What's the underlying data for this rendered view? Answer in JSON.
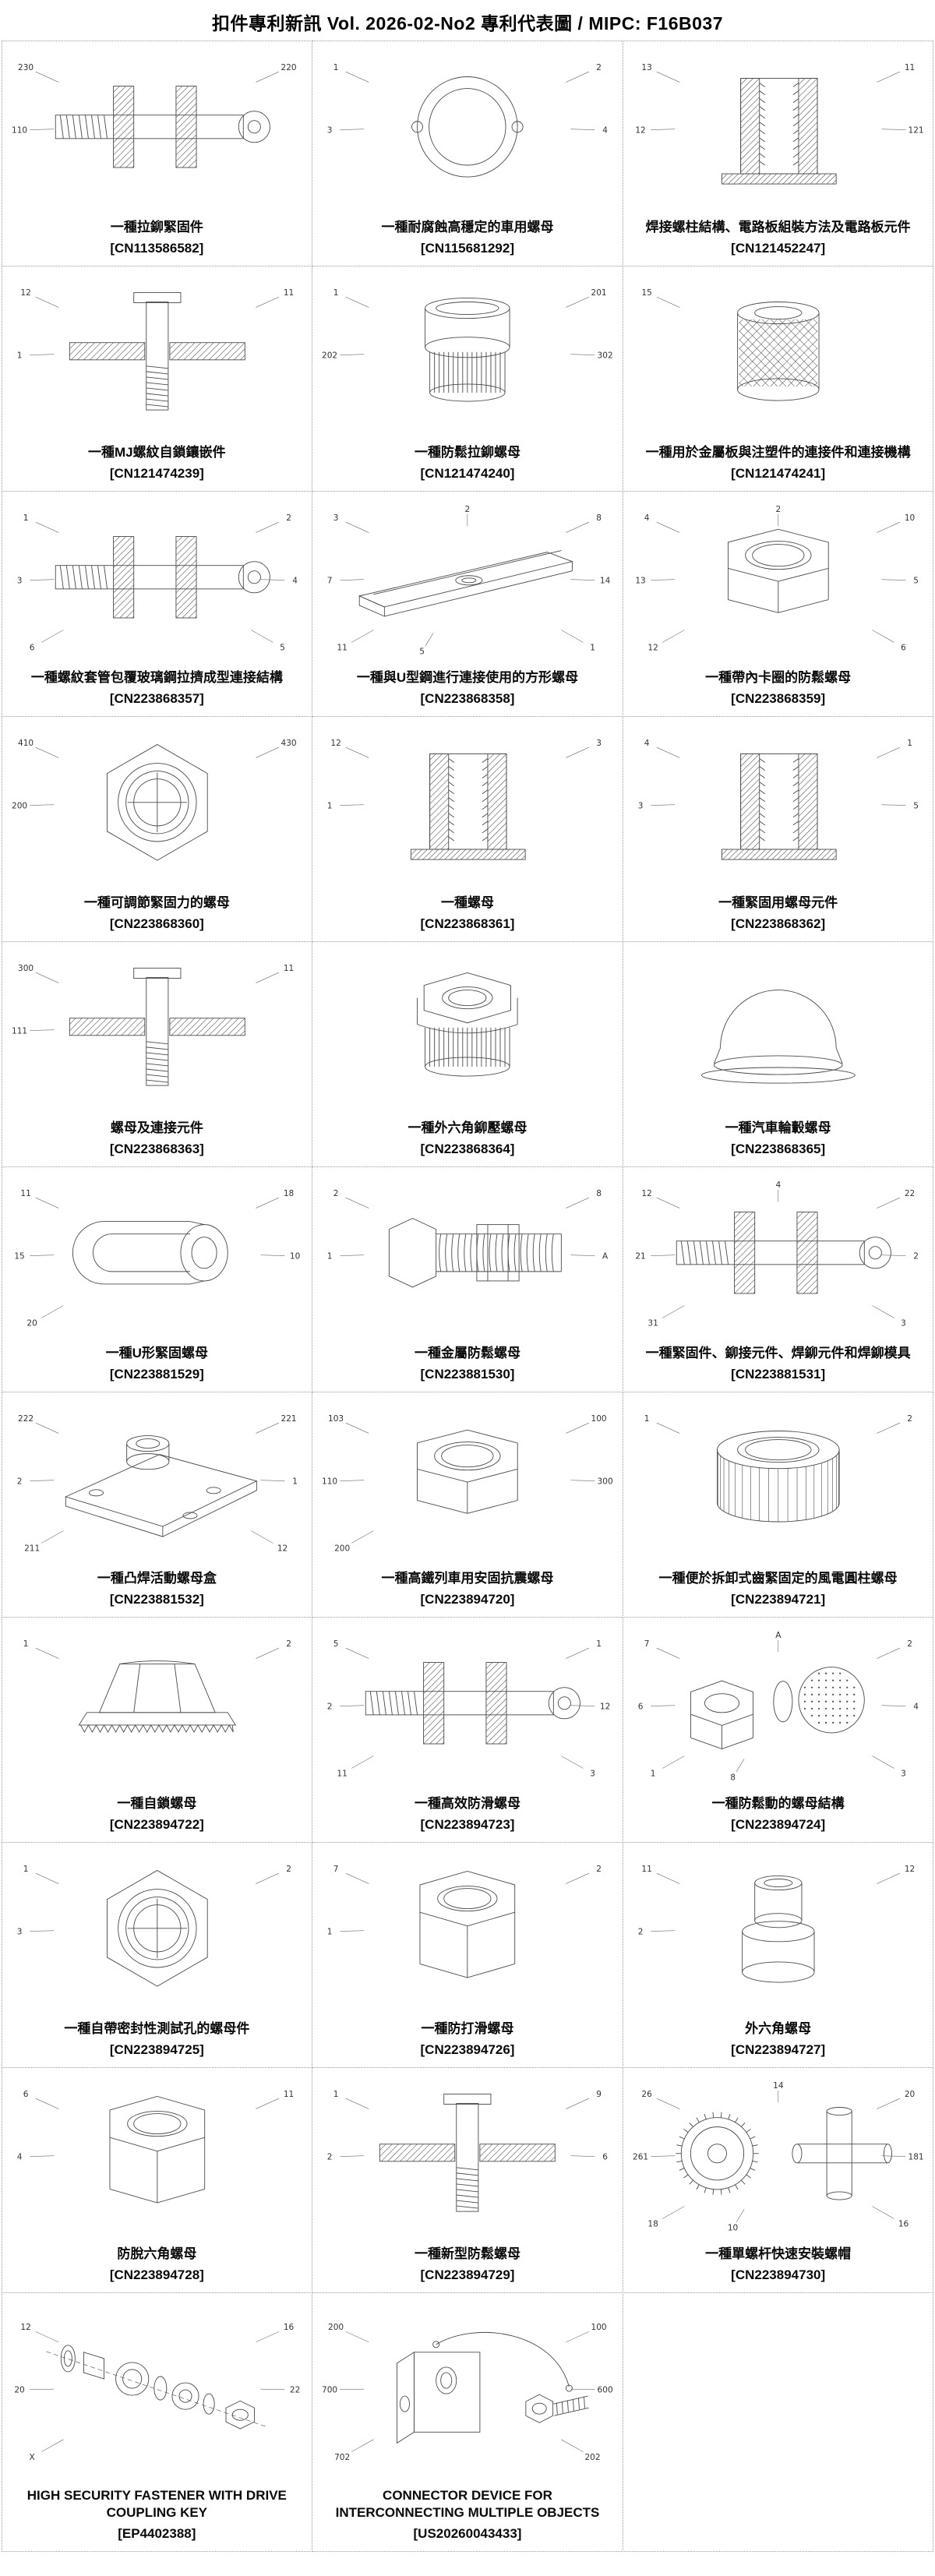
{
  "header": {
    "title": "扣件專利新訊  Vol. 2026-02-No2  專利代表圖  /  MIPC:  F16B037"
  },
  "colors": {
    "ink": "#000000",
    "line": "#4a4a4a",
    "grid_border": "#9a9a9a",
    "background": "#ffffff"
  },
  "cells": [
    {
      "title": "一種拉鉚緊固件",
      "patent": "[CN113586582]",
      "figure": "rivet-section-drawing",
      "fig_type": "section-h",
      "ref_labels": [
        "230",
        "220",
        "110"
      ]
    },
    {
      "title": "一種耐腐蝕高穩定的車用螺母",
      "patent": "[CN115681292]",
      "figure": "ring-top-view-drawing",
      "fig_type": "ring",
      "ref_labels": [
        "1",
        "2",
        "3",
        "4"
      ]
    },
    {
      "title": "焊接螺柱結構、電路板組裝方法及電路板元件",
      "patent": "[CN121452247]",
      "figure": "stud-section-drawing",
      "fig_type": "section-v",
      "ref_labels": [
        "13",
        "11",
        "12",
        "121"
      ]
    },
    {
      "title": "一種MJ螺紋自鎖鑲嵌件",
      "patent": "[CN121474239]",
      "figure": "insert-section-drawing",
      "fig_type": "section-cross",
      "ref_labels": [
        "12",
        "11",
        "1"
      ]
    },
    {
      "title": "一種防鬆拉鉚螺母",
      "patent": "[CN121474240]",
      "figure": "knurled-rivet-nut-drawing",
      "fig_type": "cylinder-knurl",
      "ref_labels": [
        "1",
        "201",
        "202",
        "302"
      ]
    },
    {
      "title": "一種用於金屬板與注塑件的連接件和連接機構",
      "patent": "[CN121474241]",
      "figure": "knurled-barrel-drawing",
      "fig_type": "knurl-barrel",
      "ref_labels": [
        "15"
      ]
    },
    {
      "title": "一種螺紋套管包覆玻璃鋼拉擠成型連接結構",
      "patent": "[CN223868357]",
      "figure": "sleeve-section-drawing",
      "fig_type": "section-h",
      "ref_labels": [
        "1",
        "2",
        "3",
        "4",
        "6",
        "5"
      ]
    },
    {
      "title": "一種與U型鋼進行連接使用的方形螺母",
      "patent": "[CN223868358]",
      "figure": "channel-strip-drawing",
      "fig_type": "strip",
      "ref_labels": [
        "3",
        "8",
        "7",
        "14",
        "11",
        "1",
        "2",
        "5"
      ]
    },
    {
      "title": "一種帶內卡圈的防鬆螺母",
      "patent": "[CN223868359]",
      "figure": "hex-nut-iso-drawing",
      "fig_type": "hex-iso",
      "ref_labels": [
        "4",
        "10",
        "13",
        "5",
        "12",
        "6",
        "2"
      ]
    },
    {
      "title": "一種可調節緊固力的螺母",
      "patent": "[CN223868360]",
      "figure": "hex-nut-top-view-drawing",
      "fig_type": "hex-top",
      "ref_labels": [
        "410",
        "430",
        "200"
      ]
    },
    {
      "title": "一種螺母",
      "patent": "[CN223868361]",
      "figure": "nut-section-drawing",
      "fig_type": "section-v",
      "ref_labels": [
        "12",
        "3",
        "1"
      ]
    },
    {
      "title": "一種緊固用螺母元件",
      "patent": "[CN223868362]",
      "figure": "nut-element-section-drawing",
      "fig_type": "section-v",
      "ref_labels": [
        "4",
        "1",
        "3",
        "5"
      ]
    },
    {
      "title": "螺母及連接元件",
      "patent": "[CN223868363]",
      "figure": "bolt-through-plates-drawing",
      "fig_type": "section-cross",
      "ref_labels": [
        "300",
        "11",
        "111"
      ]
    },
    {
      "title": "一種外六角鉚壓螺母",
      "patent": "[CN223868364]",
      "figure": "hex-knurl-nut-drawing",
      "fig_type": "flange-knurl",
      "ref_labels": []
    },
    {
      "title": "一種汽車輪轂螺母",
      "patent": "[CN223868365]",
      "figure": "dome-cap-nut-drawing",
      "fig_type": "dome",
      "ref_labels": []
    },
    {
      "title": "一種U形緊固螺母",
      "patent": "[CN223881529]",
      "figure": "u-clip-nut-drawing",
      "fig_type": "clip",
      "ref_labels": [
        "11",
        "18",
        "15",
        "10",
        "20"
      ]
    },
    {
      "title": "一種金屬防鬆螺母",
      "patent": "[CN223881530]",
      "figure": "threaded-bolt-nut-drawing",
      "fig_type": "bolt",
      "ref_labels": [
        "2",
        "8",
        "1",
        "A"
      ]
    },
    {
      "title": "一種緊固件、鉚接元件、焊鉚元件和焊鉚模具",
      "patent": "[CN223881531]",
      "figure": "rivet-weld-section-drawing",
      "fig_type": "section-h",
      "ref_labels": [
        "12",
        "22",
        "21",
        "2",
        "31",
        "3",
        "4"
      ]
    },
    {
      "title": "一種凸焊活動螺母盒",
      "patent": "[CN223881532]",
      "figure": "nut-box-iso-drawing",
      "fig_type": "plate-iso",
      "ref_labels": [
        "222",
        "221",
        "2",
        "1",
        "211",
        "12"
      ]
    },
    {
      "title": "一種高鐵列車用安固抗震螺母",
      "patent": "[CN223894720]",
      "figure": "hex-nut-iso-drawing",
      "fig_type": "hex-iso",
      "ref_labels": [
        "103",
        "100",
        "110",
        "300",
        "200"
      ]
    },
    {
      "title": "一種便於拆卸式齒緊固定的風電圓柱螺母",
      "patent": "[CN223894721]",
      "figure": "knurled-ring-nut-drawing",
      "fig_type": "ring-knurl",
      "ref_labels": [
        "1",
        "2"
      ]
    },
    {
      "title": "一種自鎖螺母",
      "patent": "[CN223894722]",
      "figure": "flange-nut-front-drawing",
      "fig_type": "flange-nut",
      "ref_labels": [
        "1",
        "2"
      ]
    },
    {
      "title": "一種高效防滑螺母",
      "patent": "[CN223894723]",
      "figure": "anti-slip-section-drawing",
      "fig_type": "section-h",
      "ref_labels": [
        "5",
        "1",
        "2",
        "12",
        "11",
        "3"
      ]
    },
    {
      "title": "一種防鬆動的螺母結構",
      "patent": "[CN223894724]",
      "figure": "coupling-nut-drawing",
      "fig_type": "coupling",
      "ref_labels": [
        "7",
        "2",
        "6",
        "4",
        "1",
        "3",
        "A",
        "8"
      ]
    },
    {
      "title": "一種自帶密封性測試孔的螺母件",
      "patent": "[CN223894725]",
      "figure": "hex-nut-top-view-drawing",
      "fig_type": "hex-top",
      "ref_labels": [
        "1",
        "2",
        "3"
      ]
    },
    {
      "title": "一種防打滑螺母",
      "patent": "[CN223894726]",
      "figure": "hex-prism-iso-drawing",
      "fig_type": "hex-prism",
      "ref_labels": [
        "7",
        "2",
        "1"
      ]
    },
    {
      "title": "外六角螺母",
      "patent": "[CN223894727]",
      "figure": "sleeve-nut-iso-drawing",
      "fig_type": "sleeve",
      "ref_labels": [
        "11",
        "12",
        "2"
      ]
    },
    {
      "title": "防脫六角螺母",
      "patent": "[CN223894728]",
      "figure": "hex-prism-iso-drawing",
      "fig_type": "hex-prism",
      "ref_labels": [
        "6",
        "11",
        "4"
      ]
    },
    {
      "title": "一種新型防鬆螺母",
      "patent": "[CN223894729]",
      "figure": "anti-loosen-section-drawing",
      "fig_type": "section-cross",
      "ref_labels": [
        "1",
        "9",
        "2",
        "6"
      ]
    },
    {
      "title": "一種單螺杆快速安裝螺帽",
      "patent": "[CN223894730]",
      "figure": "quick-mount-cap-drawing",
      "fig_type": "knob",
      "ref_labels": [
        "26",
        "20",
        "261",
        "181",
        "18",
        "16",
        "14",
        "10"
      ]
    },
    {
      "title": "HIGH SECURITY FASTENER WITH DRIVE COUPLING KEY",
      "patent": "[EP4402388]",
      "figure": "exploded-fastener-drawing",
      "fig_type": "exploded",
      "ref_labels": [
        "12",
        "16",
        "20",
        "22",
        "X"
      ]
    },
    {
      "title": "CONNECTOR DEVICE FOR INTERCONNECTING MULTIPLE OBJECTS",
      "patent": "[US20260043433]",
      "figure": "bracket-bolt-drawing",
      "fig_type": "bracket-bolt",
      "ref_labels": [
        "200",
        "100",
        "700",
        "600",
        "702",
        "202"
      ]
    },
    {
      "title": "",
      "patent": "",
      "figure": "",
      "fig_type": "",
      "ref_labels": []
    }
  ]
}
